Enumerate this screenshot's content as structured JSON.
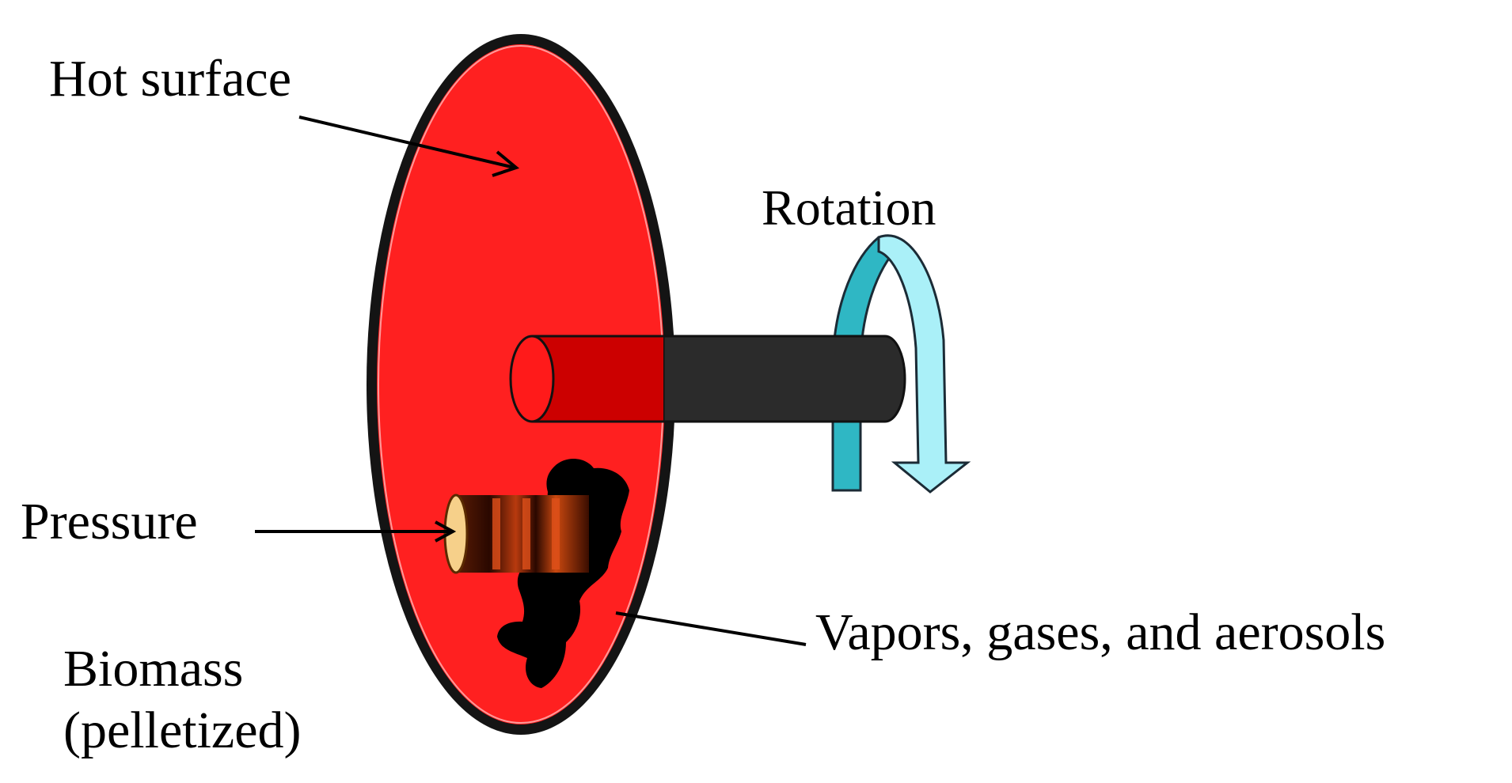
{
  "diagram": {
    "labels": {
      "hot_surface": "Hot surface",
      "rotation": "Rotation",
      "pressure": "Pressure",
      "vapors": "Vapors, gases, and aerosols",
      "biomass_line1": "Biomass",
      "biomass_line2": "(pelletized)"
    },
    "colors": {
      "disk_fill": "#ff2020",
      "disk_rim": "#141414",
      "disk_inner_highlight": "#ff9a9a",
      "shaft_dark": "#2b2b2b",
      "shaft_red": "#cc0000",
      "shaft_cap": "#ff1a1a",
      "rotation_arrow_back": "#2fb7c4",
      "rotation_arrow_front": "#aaf0f8",
      "char_blob": "#000000",
      "pellet_body": "#3a0d00",
      "pellet_stripes": "#e0501a",
      "pellet_end": "#f6d08a"
    }
  }
}
